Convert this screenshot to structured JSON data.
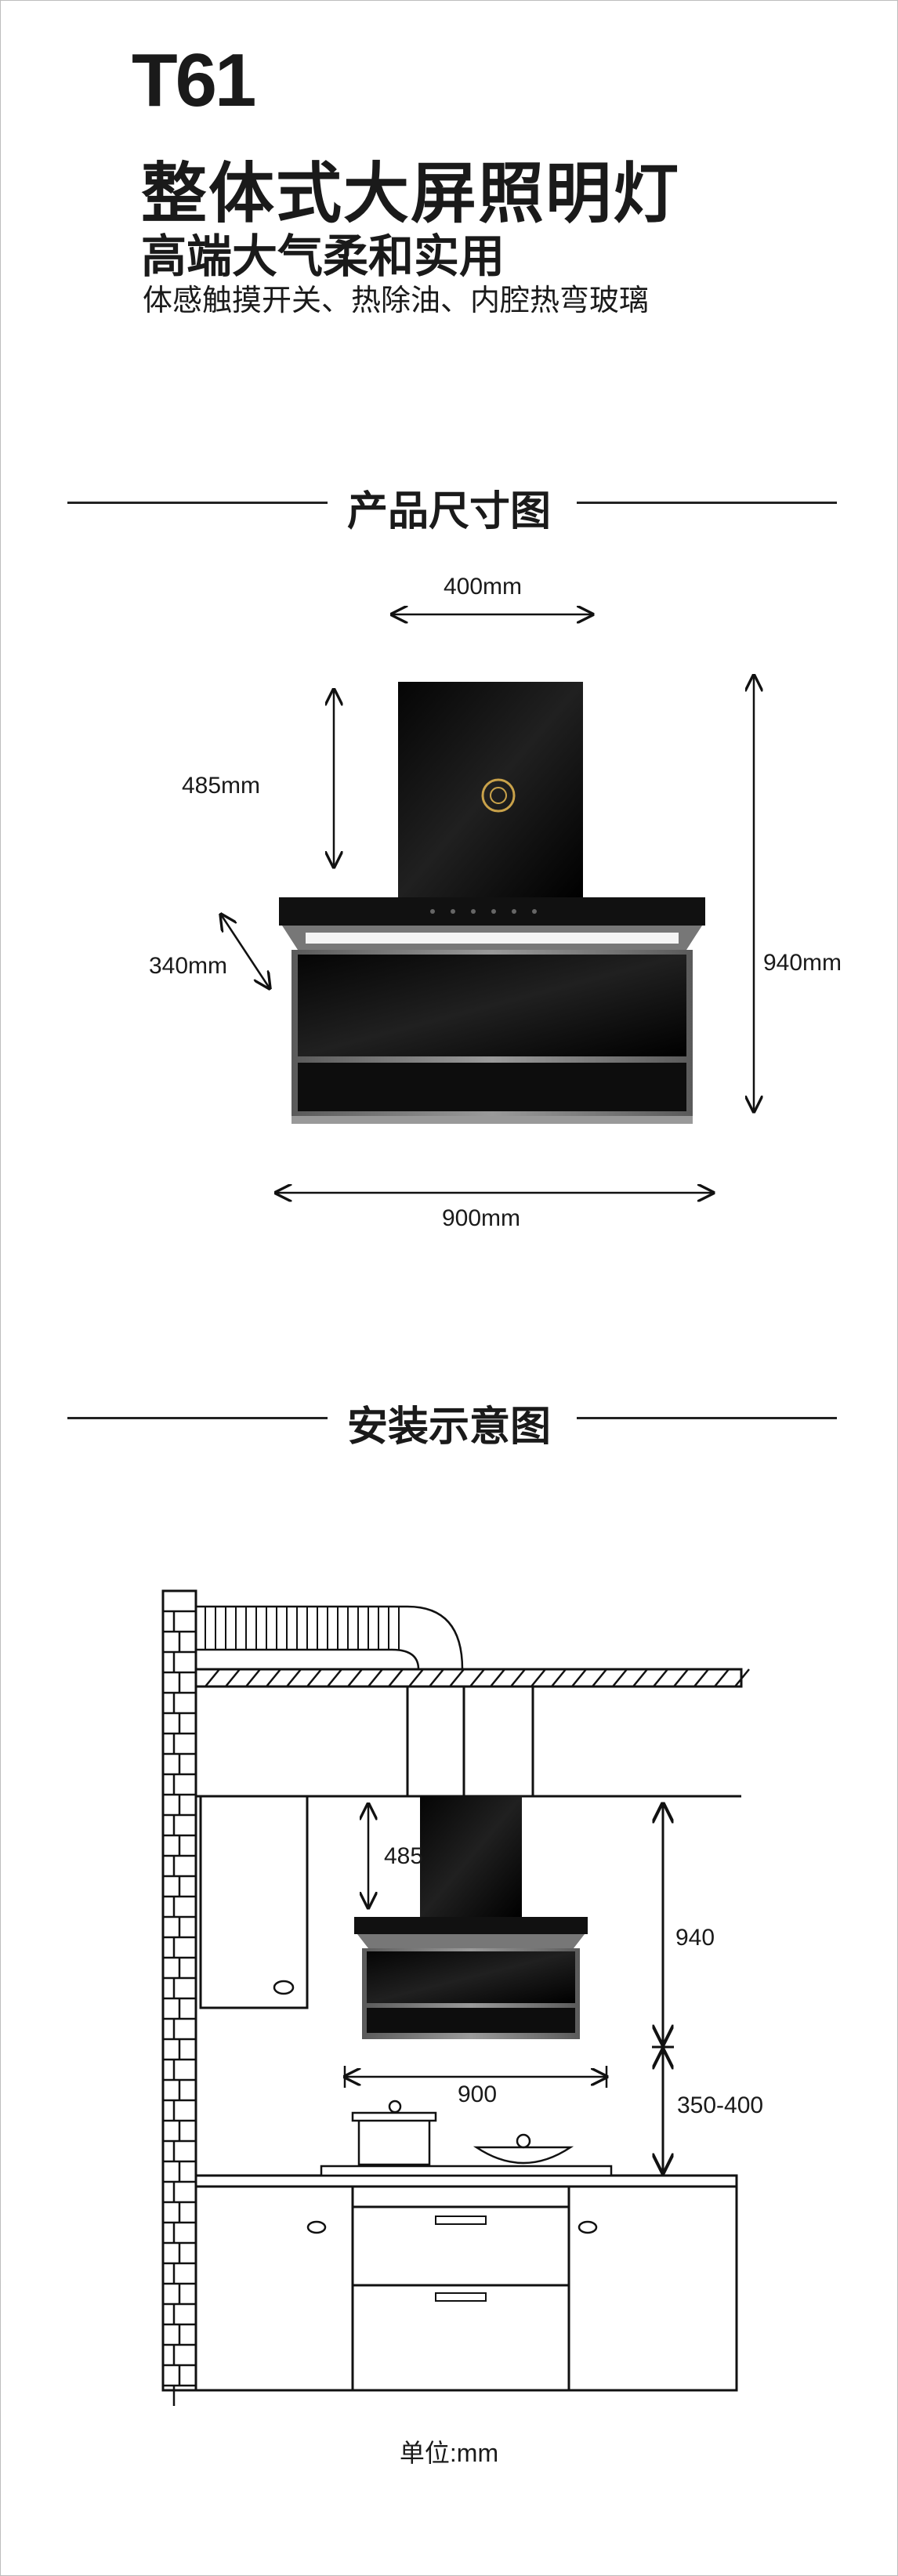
{
  "header": {
    "model": "T61",
    "headline": "整体式大屏照明灯",
    "subheadline": "高端大气柔和实用",
    "features": "体感触摸开关、热除油、内腔热弯玻璃"
  },
  "sections": {
    "dimensions_title": "产品尺寸图",
    "installation_title": "安装示意图"
  },
  "product_dimensions": {
    "chimney_width": "400mm",
    "chimney_height": "485mm",
    "depth": "340mm",
    "total_height": "940mm",
    "width": "900mm"
  },
  "installation": {
    "chimney_height": "485",
    "hood_height": "940",
    "hood_width": "900",
    "mount_clearance": "350-400"
  },
  "footer": {
    "unit_label": "单位:mm"
  },
  "colors": {
    "glass": "#0c0c0c",
    "frame": "#7b7b7b",
    "light_strip": "#f4f4f4"
  }
}
